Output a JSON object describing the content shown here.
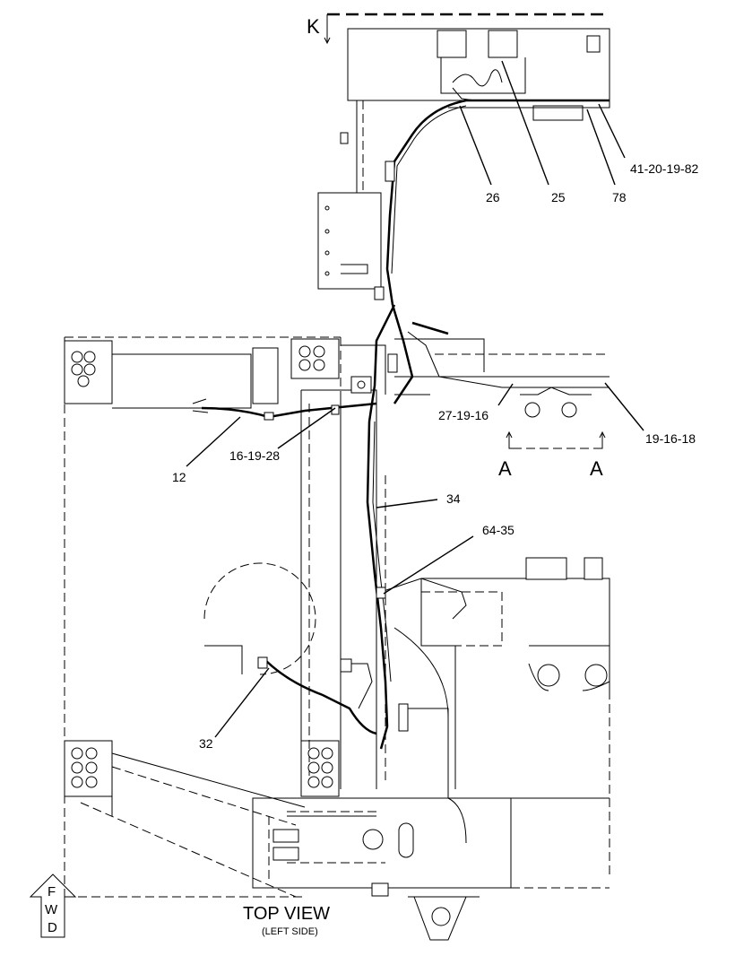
{
  "view": {
    "title": "TOP VIEW",
    "subtitle": "(LEFT SIDE)",
    "fwd_letters": [
      "F",
      "W",
      "D"
    ]
  },
  "section_markers": {
    "k": "K",
    "a_left": "A",
    "a_right": "A"
  },
  "callouts": [
    {
      "id": "c-26",
      "text": "26"
    },
    {
      "id": "c-25",
      "text": "25"
    },
    {
      "id": "c-78",
      "text": "78"
    },
    {
      "id": "c-41-20-19-82",
      "text": "41-20-19-82"
    },
    {
      "id": "c-27-19-16",
      "text": "27-19-16"
    },
    {
      "id": "c-19-16-18",
      "text": "19-16-18"
    },
    {
      "id": "c-16-19-28",
      "text": "16-19-28"
    },
    {
      "id": "c-12",
      "text": "12"
    },
    {
      "id": "c-34",
      "text": "34"
    },
    {
      "id": "c-64-35",
      "text": "64-35"
    },
    {
      "id": "c-32",
      "text": "32"
    }
  ]
}
